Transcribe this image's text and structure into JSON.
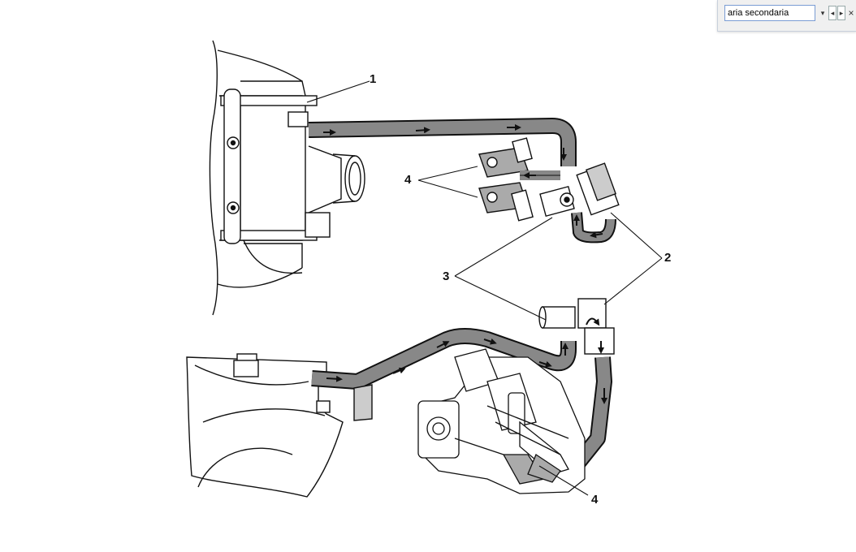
{
  "find_bar": {
    "search_value": "aria secondaria",
    "dropdown_icon": "caret-down-icon",
    "prev_icon": "triangle-left-icon",
    "next_icon": "triangle-right-icon",
    "close_icon": "close-icon",
    "prev_glyph": "◂",
    "next_glyph": "▸",
    "dropdown_glyph": "▾",
    "close_glyph": "×"
  },
  "diagram": {
    "callouts": {
      "c1": "1",
      "c2": "2",
      "c3": "3",
      "c4_top": "4",
      "c4_bottom": "4"
    }
  }
}
